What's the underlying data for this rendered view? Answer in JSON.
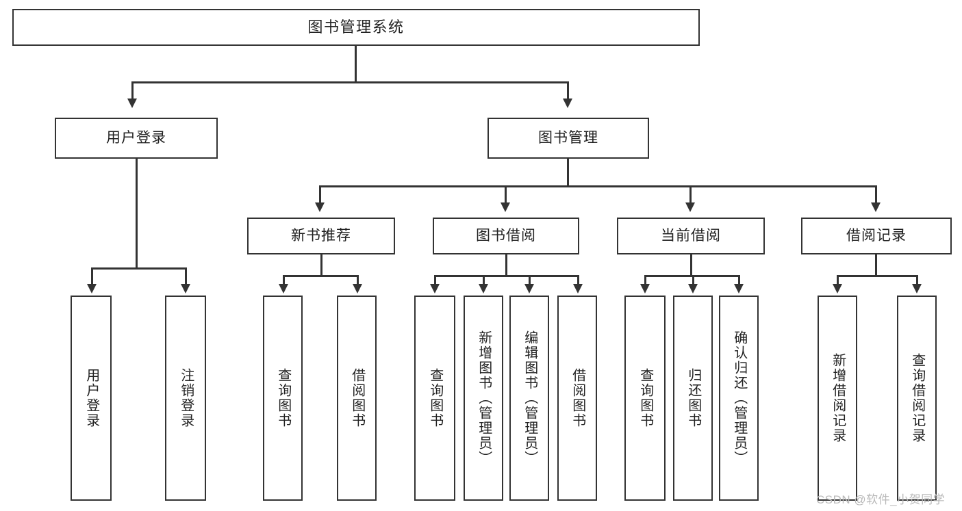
{
  "diagram": {
    "title": "图书管理系统",
    "type": "hierarchy-tree",
    "root": {
      "id": "root",
      "label": "图书管理系统"
    },
    "level1": [
      {
        "id": "user-login",
        "label": "用户登录"
      },
      {
        "id": "book-management",
        "label": "图书管理"
      }
    ],
    "level2": [
      {
        "id": "new-book-recommend",
        "label": "新书推荐",
        "parent": "book-management"
      },
      {
        "id": "book-borrow",
        "label": "图书借阅",
        "parent": "book-management"
      },
      {
        "id": "current-borrow",
        "label": "当前借阅",
        "parent": "book-management"
      },
      {
        "id": "borrow-record",
        "label": "借阅记录",
        "parent": "book-management"
      }
    ],
    "leaves": {
      "user_login": [
        {
          "id": "leaf-user-login",
          "label": "用户登录"
        },
        {
          "id": "leaf-user-logout",
          "label": "注销登录"
        }
      ],
      "new_book_recommend": [
        {
          "id": "leaf-query-book-1",
          "label": "查询图书"
        },
        {
          "id": "leaf-borrow-book-1",
          "label": "借阅图书"
        }
      ],
      "book_borrow": [
        {
          "id": "leaf-query-book-2",
          "label": "查询图书"
        },
        {
          "id": "leaf-add-book",
          "label": "新增图书（管理员）"
        },
        {
          "id": "leaf-edit-book",
          "label": "编辑图书（管理员）"
        },
        {
          "id": "leaf-borrow-book-2",
          "label": "借阅图书"
        }
      ],
      "current_borrow": [
        {
          "id": "leaf-query-book-3",
          "label": "查询图书"
        },
        {
          "id": "leaf-return-book",
          "label": "归还图书"
        },
        {
          "id": "leaf-confirm-return",
          "label": "确认归还（管理员）"
        }
      ],
      "borrow_record": [
        {
          "id": "leaf-add-record",
          "label": "新增借阅记录"
        },
        {
          "id": "leaf-query-record",
          "label": "查询借阅记录"
        }
      ]
    }
  },
  "watermark": {
    "text": "CSDN @软件_小贺同学"
  },
  "colors": {
    "stroke": "#333333",
    "background": "#ffffff",
    "text": "#222222",
    "watermark": "#b9b9b9"
  }
}
